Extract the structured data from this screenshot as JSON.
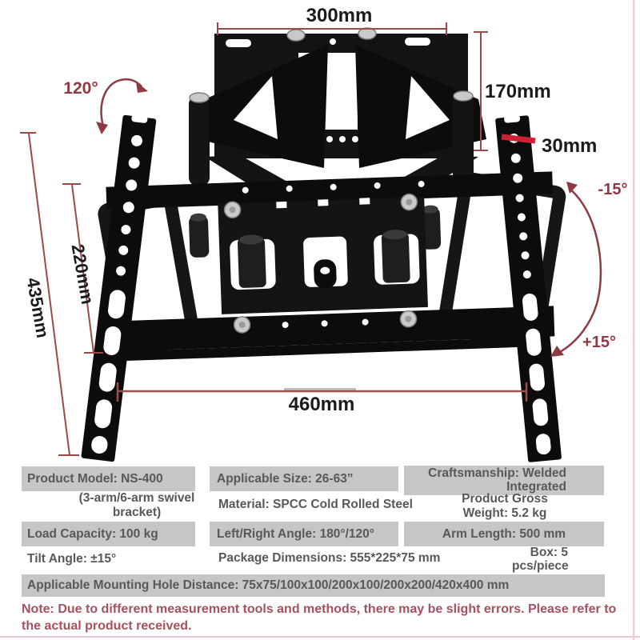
{
  "diagram": {
    "dimensions": {
      "top_plate_width": "300mm",
      "plate_height": "170mm",
      "rail_hole_width": "30mm",
      "swivel_angle": "120°",
      "tilt_up_angle": "-15°",
      "tilt_down_angle": "+15°",
      "overall_height": "435mm",
      "plate_span_height": "220mm",
      "bottom_width": "460mm"
    }
  },
  "spec_table": {
    "product_model": "Product Model: NS-400",
    "product_model_sub": "(3-arm/6-arm swivel bracket)",
    "applicable_size": "Applicable Size: 26-63”",
    "craftsmanship": "Craftsmanship: Welded Integrated",
    "material": "Material: SPCC Cold Rolled Steel",
    "gross_weight": "Product Gross Weight: 5.2 kg",
    "load_capacity": "Load Capacity: 100 kg",
    "left_right_angle": "Left/Right Angle: 180°/120°",
    "arm_length": "Arm Length: 500 mm",
    "tilt_angle": "Tilt Angle: ±15°",
    "package_dimensions": "Package Dimensions: 555*225*75 mm",
    "box_quantity": "Box: 5 pcs/piece",
    "mounting_hole_distance": "Applicable Mounting Hole Distance: 75x75/100x100/200x100/200x200/420x400 mm"
  },
  "note": "Note: Due to different measurement tools and methods, there may be slight errors. Please refer to the actual product received.",
  "colors": {
    "dimension_line": "#9b4a4a",
    "highlight_red": "#9b5149",
    "angle_text": "#8e3a44",
    "cell_background": "#c6c6c6",
    "cell_text": "#585858",
    "note_text": "#a6515d",
    "metal": "#141414"
  }
}
